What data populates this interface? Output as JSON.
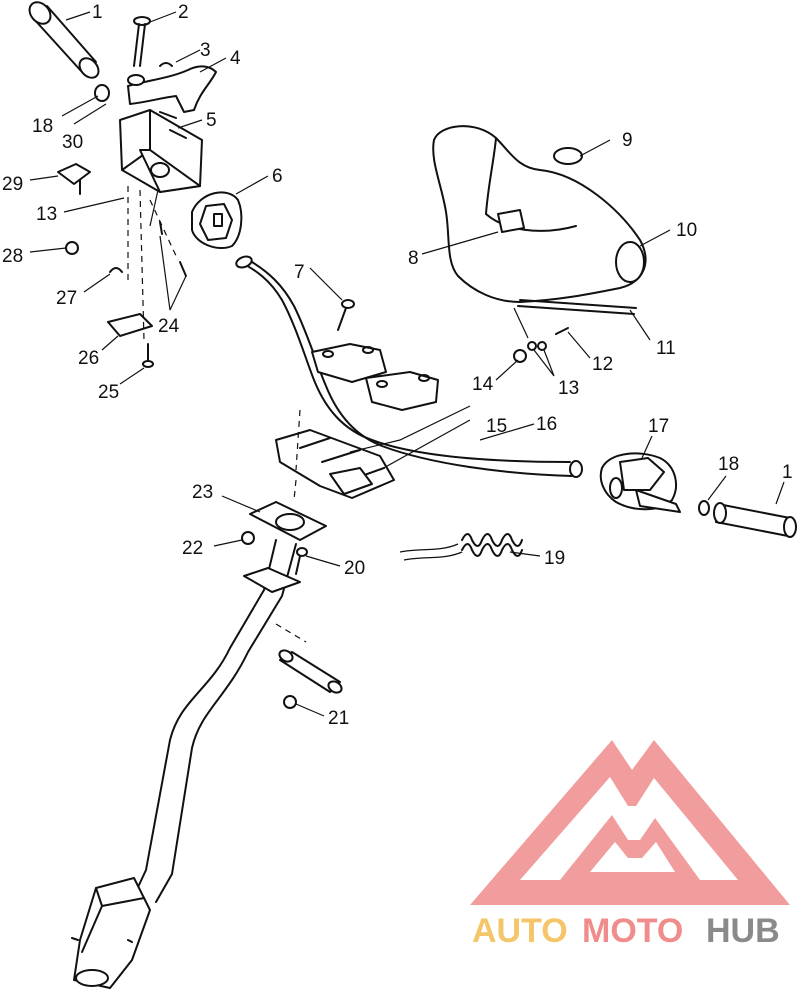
{
  "callouts": [
    {
      "id": "c1a",
      "text": "1"
    },
    {
      "id": "c2",
      "text": "2"
    },
    {
      "id": "c3",
      "text": "3"
    },
    {
      "id": "c4",
      "text": "4"
    },
    {
      "id": "c5",
      "text": "5"
    },
    {
      "id": "c6",
      "text": "6"
    },
    {
      "id": "c7",
      "text": "7"
    },
    {
      "id": "c8",
      "text": "8"
    },
    {
      "id": "c9",
      "text": "9"
    },
    {
      "id": "c10",
      "text": "10"
    },
    {
      "id": "c11",
      "text": "11"
    },
    {
      "id": "c12",
      "text": "12"
    },
    {
      "id": "c13a",
      "text": "13"
    },
    {
      "id": "c13b",
      "text": "13"
    },
    {
      "id": "c14",
      "text": "14"
    },
    {
      "id": "c15",
      "text": "15"
    },
    {
      "id": "c16",
      "text": "16"
    },
    {
      "id": "c17",
      "text": "17"
    },
    {
      "id": "c18a",
      "text": "18"
    },
    {
      "id": "c18b",
      "text": "18"
    },
    {
      "id": "c1b",
      "text": "1"
    },
    {
      "id": "c19",
      "text": "19"
    },
    {
      "id": "c20",
      "text": "20"
    },
    {
      "id": "c21",
      "text": "21"
    },
    {
      "id": "c22",
      "text": "22"
    },
    {
      "id": "c23",
      "text": "23"
    },
    {
      "id": "c24",
      "text": "24"
    },
    {
      "id": "c25",
      "text": "25"
    },
    {
      "id": "c26",
      "text": "26"
    },
    {
      "id": "c27",
      "text": "27"
    },
    {
      "id": "c28",
      "text": "28"
    },
    {
      "id": "c29",
      "text": "29"
    },
    {
      "id": "c30",
      "text": "30"
    }
  ],
  "watermark": {
    "part1": "AUTO",
    "part2": "MOTO",
    "part3": "HUB",
    "colors": {
      "logo": "#f08c8c",
      "auto": "#f5c56a",
      "moto": "#f08c8c",
      "hub": "#8a8a8a"
    }
  }
}
